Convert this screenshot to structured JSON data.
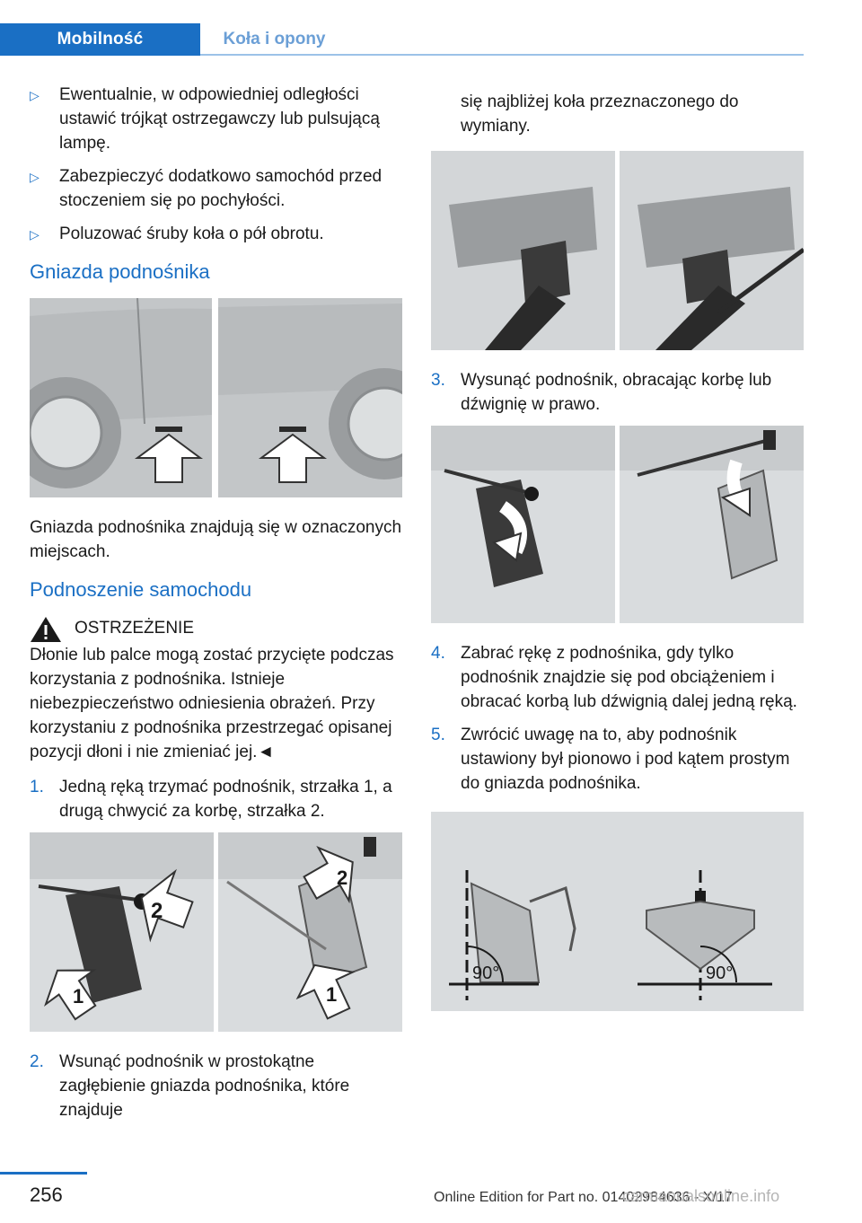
{
  "header": {
    "tab_active": "Mobilność",
    "tab_inactive": "Koła i opony"
  },
  "left": {
    "bullets": [
      "Ewentualnie, w odpowiedniej odległości ustawić trójkąt ostrzegawczy lub pulsującą lampę.",
      "Zabezpieczyć dodatkowo samochód przed stoczeniem się po pochyłości.",
      "Poluzować śruby koła o pół obrotu."
    ],
    "bullet_marker": "▷",
    "heading1": "Gniazda podnośnika",
    "para1": "Gniazda podnośnika znajdują się w oznaczonych miejscach.",
    "heading2": "Podnoszenie samochodu",
    "warning_title": "OSTRZEŻENIE",
    "warning_text": "Dłonie lub palce mogą zostać przycięte podczas korzystania z podnośnika. Istnieje niebezpieczeństwo odniesienia obrażeń. Przy korzystaniu z podnośnika przestrzegać opisanej pozycji dłoni i nie zmieniać jej.◄",
    "step1_num": "1.",
    "step1": "Jedną ręką trzymać podnośnik, strzałka 1, a drugą chwycić za korbę, strzałka 2.",
    "fig_label_1": "1",
    "fig_label_2": "2",
    "step2_num": "2.",
    "step2": "Wsunąć podnośnik w prostokątne zagłębienie gniazda podnośnika, które znajduje"
  },
  "right": {
    "cont": "się najbliżej koła przeznaczonego do wymiany.",
    "step3_num": "3.",
    "step3": "Wysunąć podnośnik, obracając korbę lub dźwignię w prawo.",
    "step4_num": "4.",
    "step4": "Zabrać rękę z podnośnika, gdy tylko podnośnik znajdzie się pod obciążeniem i obracać korbą lub dźwignią dalej jedną ręką.",
    "step5_num": "5.",
    "step5": "Zwrócić uwagę na to, aby podnośnik ustawiony był pionowo i pod kątem prostym do gniazda podnośnika.",
    "angle_label": "90°"
  },
  "footer": {
    "page_number": "256",
    "edition": "Online Edition for Part no. 01402984636 - X/17",
    "brand": "carmanualsonline.info"
  },
  "colors": {
    "accent": "#1a6fc4",
    "figure_bg": "#d9dcde"
  }
}
